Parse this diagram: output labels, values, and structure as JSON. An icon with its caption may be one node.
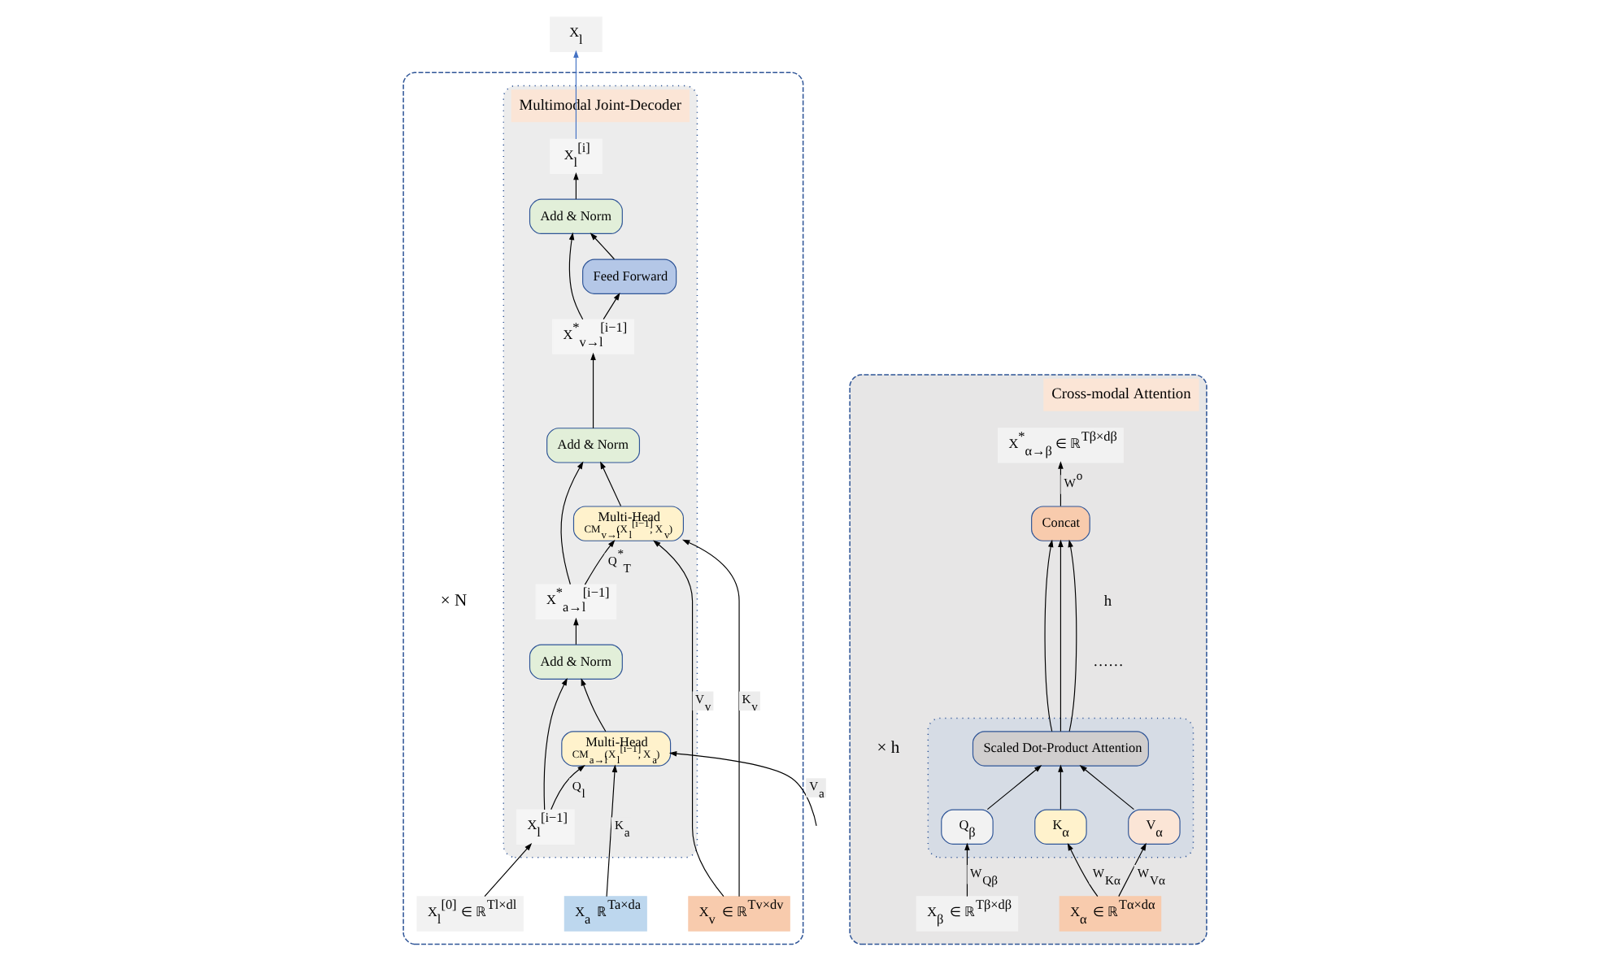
{
  "diagram": {
    "nodes": [
      {
        "text": [
          "X$_{l}$"
        ]
      },
      {
        "text": [],
        "shape": "box",
        "beside": [
          "× N"
        ]
      },
      {
        "text": [
          "Multimodal Joint-Decoder"
        ],
        "in": 1
      },
      {
        "text": [
          "X$_{l}$$^{[i]}$"
        ],
        "in": 2
      },
      {
        "text": [
          "Add & Norm"
        ],
        "in": 2
      },
      {
        "text": [
          "Feed Forward"
        ],
        "in": 2
      },
      {
        "text": [
          "X$^{*}$$_{v→l}$$^{[i−1]}$"
        ],
        "in": 2
      },
      {
        "text": [
          "Add & Norm"
        ],
        "in": 2
      },
      {
        "text": [
          "X$^{*}$$_{a→l}$$^{[i−1]}$"
        ],
        "in": 2
      },
      {
        "text": [
          "Multi-Head",
          "CM$_{v→l}$(X$_{l}$$^{[i−1]}$, X$_{v}$)"
        ],
        "in": 2
      },
      {
        "text": [
          "Add & Norm"
        ],
        "in": 2
      },
      {
        "text": [
          "Multi-Head",
          "CM$_{a→l}$(X$_{l}$$^{[i−1]}$, X$_{a}$)"
        ],
        "in": 2
      },
      {
        "text": [
          "X$_{l}$$^{[i−1]}$"
        ],
        "in": 2
      },
      {
        "text": [
          "X$_{l}$$^{[0]}$ ∈ ℝ$^{Tl×dl}$"
        ],
        "in": 1
      },
      {
        "text": [
          "X$_{a}$ ℝ$^{Ta×da}$"
        ],
        "in": 1
      },
      {
        "text": [
          "X$_{v}$ ∈ ℝ$^{Tv×dv}$"
        ],
        "in": 1
      },
      {
        "text": [
          "Cross-modal Attention"
        ]
      },
      {
        "text": [
          "X$^{*}$$_{α→β}$ ∈ ℝ$^{Tβ×dβ}$"
        ],
        "in": 16
      },
      {
        "text": [
          "Concat"
        ],
        "in": 16
      },
      {
        "text": [],
        "shape": "box",
        "in": 16,
        "beside": [
          "× h"
        ]
      },
      {
        "text": [
          "Scaled Dot-Product Attention"
        ],
        "in": 19
      },
      {
        "text": [
          "Q$_{β}$"
        ],
        "in": 19
      },
      {
        "text": [
          "K$_{α}$"
        ],
        "in": 19
      },
      {
        "text": [
          "V$_{α}$"
        ],
        "in": 19
      },
      {
        "text": [
          "X$_{β}$ ∈ ℝ$^{Tβ×dβ}$"
        ],
        "in": 16
      },
      {
        "text": [
          "X$_{α}$ ∈ ℝ$^{Tα×dα}$"
        ],
        "in": 16
      }
    ],
    "edges": [
      {
        "from": 3,
        "to": 0,
        "arrow": "to",
        "color": "#4472c4"
      },
      {
        "from": 4,
        "to": 3,
        "arrow": "to"
      },
      {
        "from": 5,
        "to": 4,
        "arrow": "to"
      },
      {
        "from": 6,
        "to": 5,
        "arrow": "to"
      },
      {
        "from": 6,
        "to": 4,
        "arrow": "to"
      },
      {
        "from": 7,
        "to": 6,
        "arrow": "to"
      },
      {
        "from": 9,
        "to": 7,
        "arrow": "to"
      },
      {
        "from": 8,
        "to": 7,
        "arrow": "to"
      },
      {
        "from": 8,
        "to": 9,
        "arrow": "to",
        "label": "Q$^{*}$$_{T}$"
      },
      {
        "from": 10,
        "to": 8,
        "arrow": "to"
      },
      {
        "from": 11,
        "to": 10,
        "arrow": "to"
      },
      {
        "from": 12,
        "to": 11,
        "arrow": "to",
        "label": "Q$_{l}$"
      },
      {
        "from": 12,
        "to": 10,
        "arrow": "to"
      },
      {
        "from": 14,
        "to": 11,
        "arrow": "to",
        "label": "K$_{a}$"
      },
      {
        "from": null,
        "to": 11,
        "arrow": "to",
        "label": "V$_{a}$"
      },
      {
        "from": 15,
        "to": 9,
        "arrow": "to",
        "label": "K$_{v}$"
      },
      {
        "from": 15,
        "to": 9,
        "arrow": "to",
        "label": "V$_{v}$"
      },
      {
        "from": 13,
        "to": 12,
        "arrow": "to"
      },
      {
        "from": 18,
        "to": 17,
        "arrow": "to",
        "label": "W$^{o}$"
      },
      {
        "from": 20,
        "to": 18,
        "arrow": "to"
      },
      {
        "from": 20,
        "to": 18,
        "arrow": "to"
      },
      {
        "from": 20,
        "to": 18,
        "arrow": "to"
      },
      {
        "from": 21,
        "to": 20,
        "arrow": "to"
      },
      {
        "from": 22,
        "to": 20,
        "arrow": "to"
      },
      {
        "from": 23,
        "to": 20,
        "arrow": "to"
      },
      {
        "from": 24,
        "to": 21,
        "arrow": "to",
        "label": "W$_{Qβ}$"
      },
      {
        "from": 25,
        "to": 22,
        "arrow": "to",
        "label": "W$_{Kα}$"
      },
      {
        "from": 25,
        "to": 23,
        "arrow": "to",
        "label": "W$_{Vα}$"
      }
    ],
    "labels": [
      "h",
      "……"
    ]
  }
}
